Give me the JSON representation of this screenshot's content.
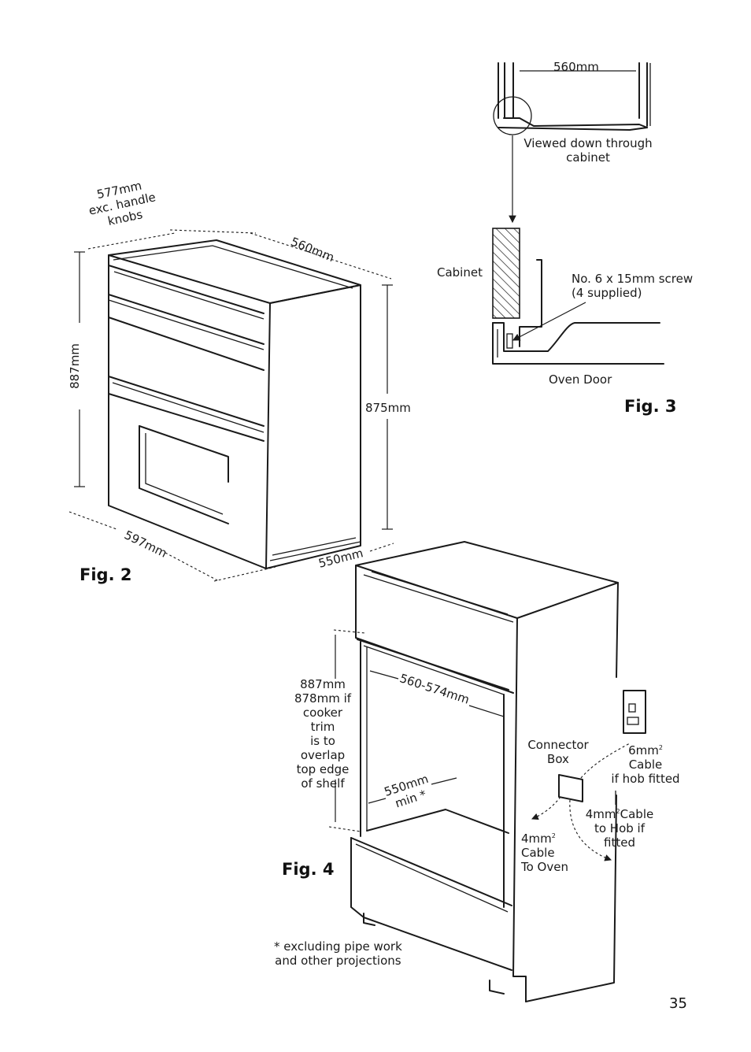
{
  "page_number": "35",
  "fig2": {
    "caption": "Fig. 2",
    "dim_577": "577mm\nexc. handle\nknobs",
    "dim_560": "560mm",
    "dim_887": "887mm",
    "dim_875": "875mm",
    "dim_597": "597mm",
    "dim_550": "550mm"
  },
  "fig3": {
    "caption": "Fig. 3",
    "dim_560": "560mm",
    "viewed_down": "Viewed down through\ncabinet",
    "cabinet": "Cabinet",
    "screw": "No. 6 x 15mm screw\n(4 supplied)",
    "oven_door": "Oven Door"
  },
  "fig4": {
    "caption": "Fig. 4",
    "height_note": "887mm\n878mm if\ncooker\ntrim\nis to\noverlap\ntop edge\nof shelf",
    "width": "560-574mm",
    "depth": "550mm\nmin *",
    "connector_box": "Connector\nBox",
    "cable_6mm_prefix": "6mm",
    "cable_6mm_rest": "Cable\nif hob fitted",
    "cable_4mm_hob_prefix": "4mm",
    "cable_4mm_hob_rest": "Cable\nto Hob if\nfitted",
    "cable_4mm_oven_prefix": "4mm",
    "cable_4mm_oven_rest": "Cable\nTo Oven",
    "superscript": "2",
    "footnote": "* excluding pipe work\nand other projections"
  }
}
